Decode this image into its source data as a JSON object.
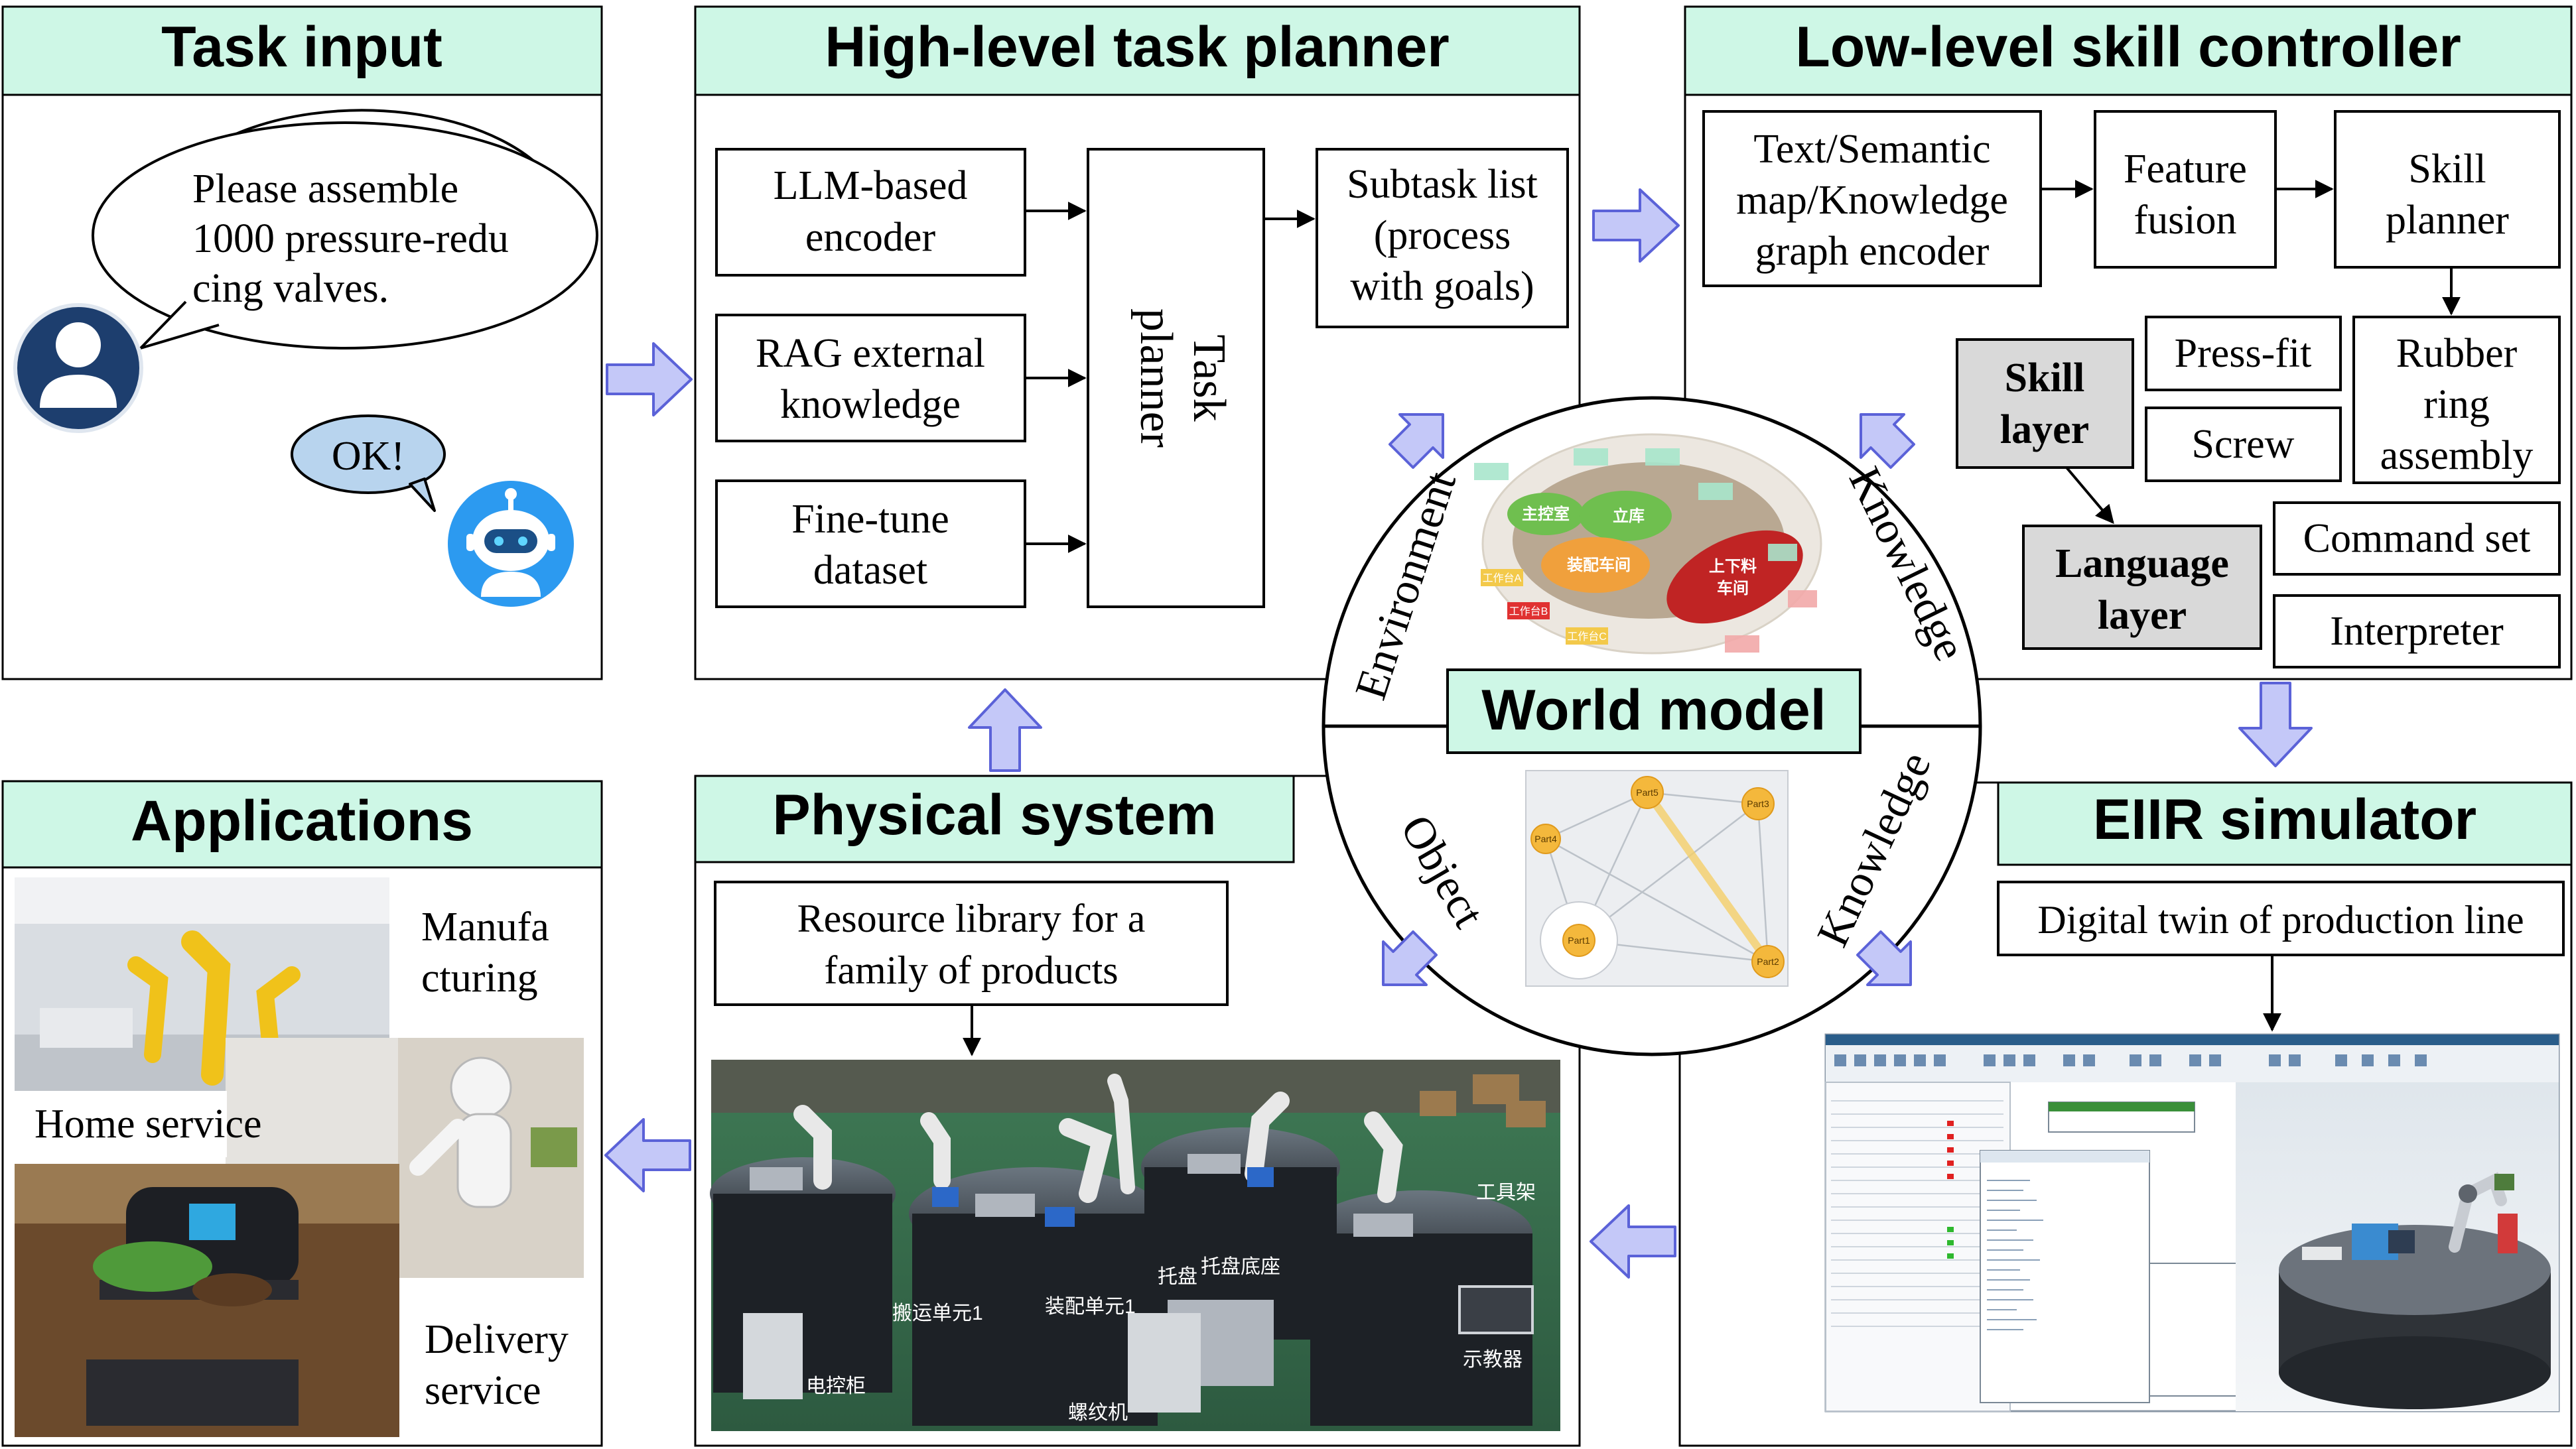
{
  "panels": {
    "task_input": {
      "title": "Task input",
      "speech_lines": [
        "Please assemble",
        "1000  pressure-redu",
        "cing valves."
      ],
      "reply": "OK!"
    },
    "high_level": {
      "title": "High-level task planner",
      "llm": [
        "LLM-based",
        "encoder"
      ],
      "rag": [
        "RAG external",
        "knowledge"
      ],
      "finetune": [
        "Fine-tune",
        "dataset"
      ],
      "task_planner": [
        "Task",
        "planner"
      ],
      "subtask": [
        "Subtask list",
        "(process",
        "with goals)"
      ]
    },
    "low_level": {
      "title": "Low-level skill controller",
      "encoder": [
        "Text/Semantic",
        "map/Knowledge",
        "graph encoder"
      ],
      "fusion": [
        "Feature",
        "fusion"
      ],
      "skill_planner": [
        "Skill",
        "planner"
      ],
      "press_fit": "Press-fit",
      "screw": "Screw",
      "rubber": [
        "Rubber",
        "ring",
        "assembly"
      ],
      "skill_layer": [
        "Skill",
        "layer"
      ],
      "language_layer": [
        "Language",
        "layer"
      ],
      "command_set": "Command set",
      "interpreter": "Interpreter"
    },
    "world_model": {
      "title": "World model",
      "arcs": [
        "Environment",
        "Knowledge",
        "Object",
        "Knowledge"
      ],
      "map_labels": [
        "主控室",
        "立库",
        "装配车间",
        "上下料",
        "车间",
        "工作台A",
        "工作台B",
        "工作台C"
      ],
      "graph_nodes": [
        "Part3",
        "Part4",
        "Part5",
        "Part1",
        "Part2"
      ]
    },
    "eiir": {
      "title": "EIIR simulator",
      "twin": "Digital twin of production line"
    },
    "physical": {
      "title": "Physical system",
      "resource": [
        "Resource library for a",
        "family of products"
      ],
      "photo_labels": [
        "工具架",
        "托盘底座",
        "托盘",
        "搬运单元1",
        "装配单元1",
        "电控柜",
        "螺纹机",
        "示教器"
      ]
    },
    "applications": {
      "title": "Applications",
      "manufacturing": [
        "Manufa",
        "cturing"
      ],
      "home": "Home service",
      "delivery": [
        "Delivery",
        "service"
      ]
    }
  },
  "colors": {
    "header_fill": "#cef7e6",
    "arrow_fill": "#c4c8f8",
    "arrow_stroke": "#5b62d8",
    "gray_box": "#d9d9d9",
    "node_fill": "#f4b83c"
  }
}
